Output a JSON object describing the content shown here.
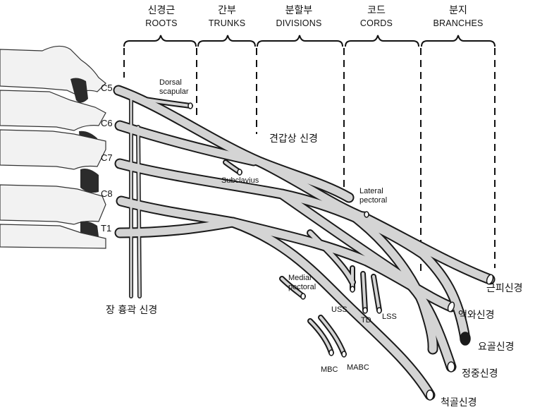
{
  "headers": [
    {
      "ko": "신경근",
      "en": "ROOTS"
    },
    {
      "ko": "간부",
      "en": "TRUNKS"
    },
    {
      "ko": "분할부",
      "en": "DIVISIONS"
    },
    {
      "ko": "코드",
      "en": "CORDS"
    },
    {
      "ko": "분지",
      "en": "BRANCHES"
    }
  ],
  "roots": [
    "C5",
    "C6",
    "C7",
    "C8",
    "T1"
  ],
  "branch_labels": {
    "dorsal_scapular": "Dorsal\nscapular",
    "subclavius": "Subclavius",
    "lateral_pectoral": "Lateral\npectoral",
    "medial_pectoral": "Medial\npectoral",
    "uss": "USS",
    "td": "TD",
    "lss": "LSS",
    "mbc": "MBC",
    "mabc": "MABC"
  },
  "korean_labels": {
    "suprascapular": "견갑상 신경",
    "long_thoracic": "장 흉곽 신경",
    "musculocutaneous": "근피신경",
    "axillary": "액와신경",
    "radial": "요골신경",
    "median": "정중신경",
    "ulnar": "척골신경"
  },
  "colors": {
    "nerve_fill": "#d4d4d4",
    "outline": "#1a1a1a",
    "vertebra_dark": "#2b2b2b"
  }
}
